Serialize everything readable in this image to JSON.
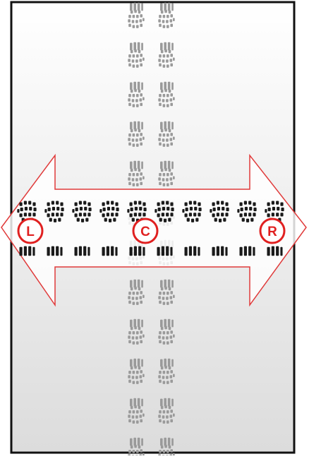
{
  "diagram": {
    "labels": {
      "left": "L",
      "center": "C",
      "right": "R"
    },
    "colors": {
      "frame": "#111111",
      "panel_top": "#ffffff",
      "panel_bottom": "#dcdcdc",
      "arrow_outline": "#e03a3a",
      "arrow_fill": "#ffffff",
      "marker_ring": "#e02020",
      "marker_text": "#e02020",
      "faded_prints": "#9a9a9a",
      "dark_prints": "#1a1a1a"
    },
    "icons": {
      "faded": "footprint-trail-icon",
      "dark": "footprint-row-icon"
    }
  }
}
